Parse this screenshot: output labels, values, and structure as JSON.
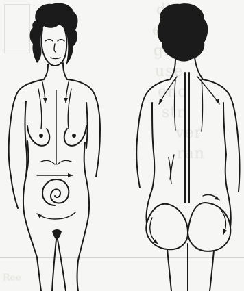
{
  "bleed_through": {
    "lines": [
      "dia",
      "ech",
      "grad",
      "use",
      "enc",
      "str",
      "ver",
      "ran"
    ],
    "bottom": "Ree"
  },
  "figures": {
    "front": {
      "label": ""
    },
    "back": {
      "label": ""
    }
  }
}
